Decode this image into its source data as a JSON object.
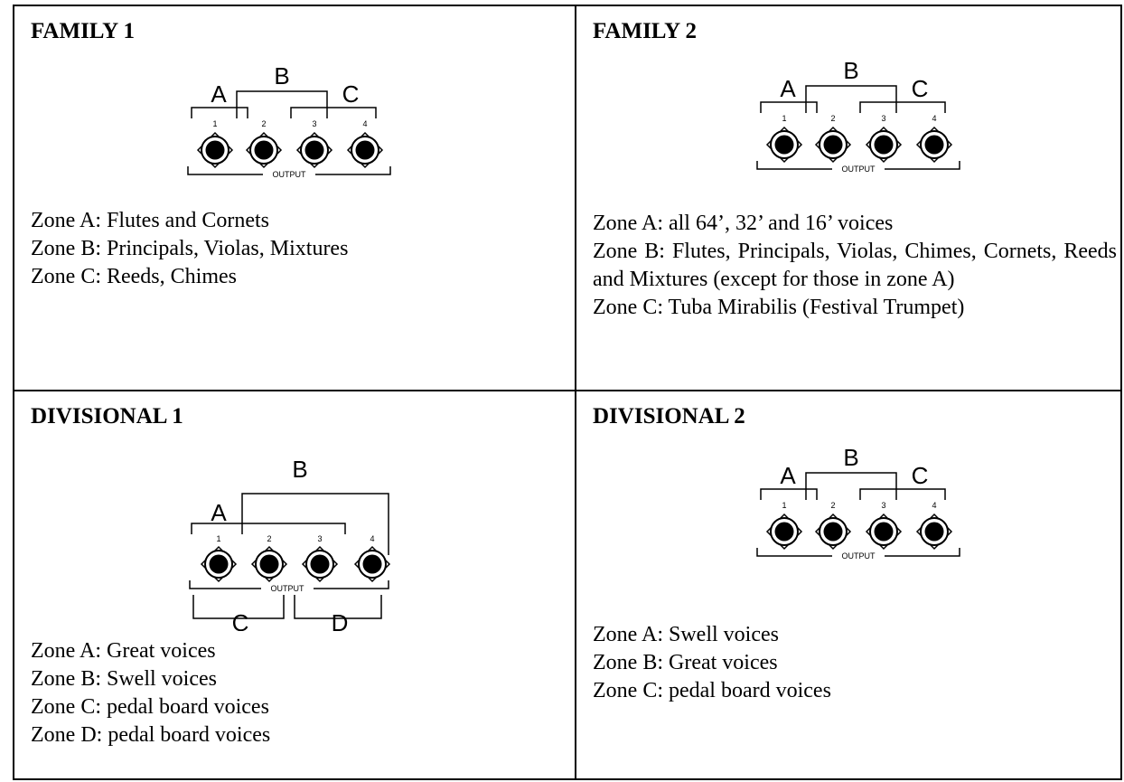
{
  "diagram_text": {
    "output": "OUTPUT",
    "jacks": [
      "1",
      "2",
      "3",
      "4"
    ]
  },
  "cells": [
    {
      "heading": "FAMILY 1",
      "zone_letters": [
        "A",
        "B",
        "C"
      ],
      "zones": [
        "Zone A: Flutes and Cornets",
        "Zone B: Principals, Violas, Mixtures",
        "Zone C: Reeds, Chimes"
      ]
    },
    {
      "heading": "FAMILY 2",
      "zone_letters": [
        "A",
        "B",
        "C"
      ],
      "zones": [
        "Zone A: all 64’, 32’ and 16’ voices",
        "Zone B: Flutes, Principals, Violas, Chimes, Cornets, Reeds and Mixtures (except for those in zone A)",
        "Zone C: Tuba Mirabilis (Festival Trumpet)"
      ]
    },
    {
      "heading": "DIVISIONAL 1",
      "zone_letters": [
        "A",
        "B",
        "C",
        "D"
      ],
      "zones": [
        "Zone A: Great voices",
        "Zone B: Swell voices",
        "Zone C: pedal board voices",
        "Zone D: pedal board voices"
      ]
    },
    {
      "heading": "DIVISIONAL 2",
      "zone_letters": [
        "A",
        "B",
        "C"
      ],
      "zones": [
        "Zone A: Swell voices",
        "Zone B: Great voices",
        "Zone C: pedal board voices"
      ]
    }
  ]
}
